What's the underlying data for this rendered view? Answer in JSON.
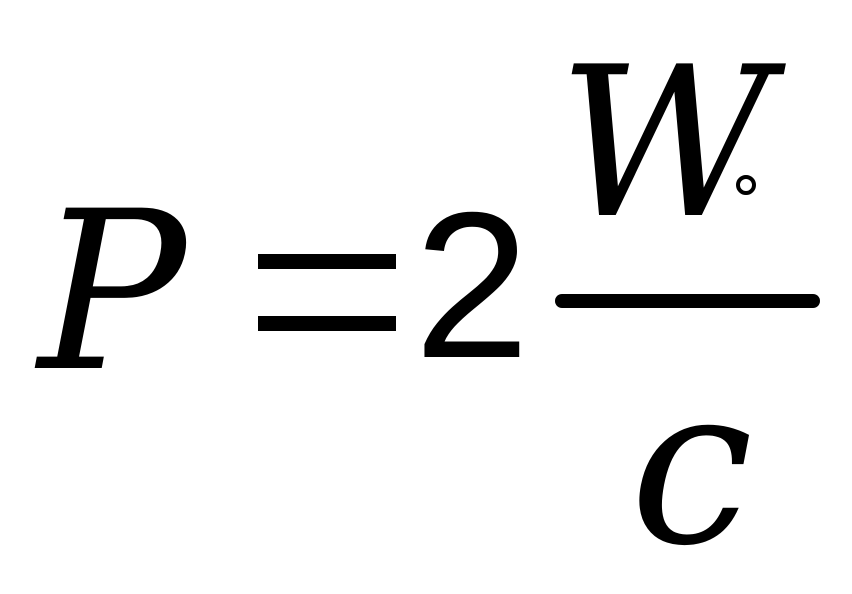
{
  "equation": {
    "lhs": "P",
    "relation": "=",
    "coefficient": "2",
    "numerator": "W",
    "numerator_subscript": "∘",
    "denominator": "c"
  }
}
